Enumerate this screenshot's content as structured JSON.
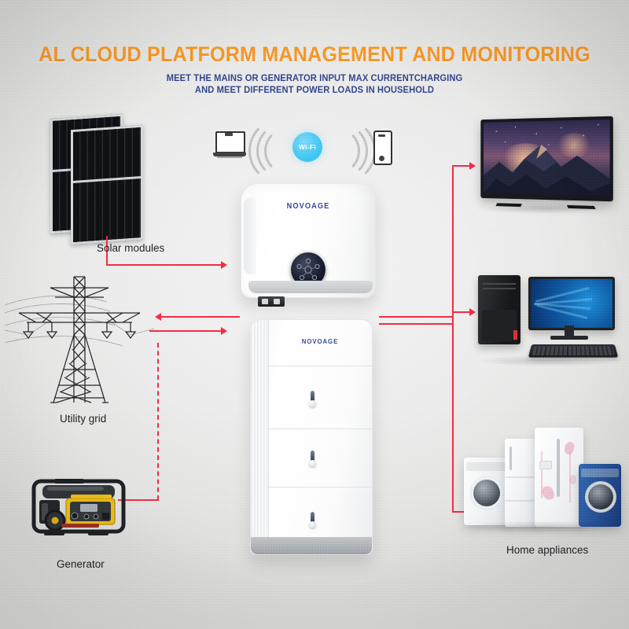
{
  "header": {
    "title": "AL CLOUD PLATFORM MANAGEMENT AND MONITORING",
    "subtitle_line1": "MEET THE MAINS OR GENERATOR INPUT MAX CURRENTCHARGING",
    "subtitle_line2": "AND MEET DIFFERENT POWER LOADS IN HOUSEHOLD",
    "title_color": "#f4861f",
    "subtitle_color": "#2b3a7a"
  },
  "cloud": {
    "wifi_label": "Wi-Fi",
    "wifi_color": "#3ec0f2",
    "laptop_icon": "laptop-icon",
    "phone_icon": "smartphone-icon"
  },
  "devices": {
    "inverter": {
      "brand": "NOVOAGE",
      "brand_color": "#2a3a8c",
      "name": "hybrid-inverter"
    },
    "battery": {
      "brand": "NOVOAGE",
      "brand_color": "#2a3a8c",
      "name": "battery-stack",
      "module_count": 3
    }
  },
  "labels": {
    "solar": "Solar modules",
    "grid": "Utility grid",
    "generator": "Generator",
    "appliances": "Home appliances"
  },
  "wiring": {
    "color": "#f2263c",
    "flows": [
      {
        "from": "solar-modules",
        "to": "inverter",
        "direction": "right"
      },
      {
        "from": "inverter",
        "to": "utility-grid",
        "direction": "left"
      },
      {
        "from": "utility-grid",
        "to": "inverter",
        "direction": "right"
      },
      {
        "from": "generator",
        "to": "inverter",
        "direction": "dashed-up"
      },
      {
        "from": "inverter",
        "to": "tv",
        "direction": "right"
      },
      {
        "from": "inverter",
        "to": "computer",
        "direction": "right"
      },
      {
        "from": "inverter",
        "to": "home-appliances",
        "direction": "right"
      }
    ]
  },
  "loads": {
    "tv": "television",
    "computer": "desktop-computer",
    "appliances": "home-appliances"
  },
  "sources": {
    "solar": "solar-panel-array",
    "grid": "transmission-tower",
    "generator": "fuel-generator"
  }
}
